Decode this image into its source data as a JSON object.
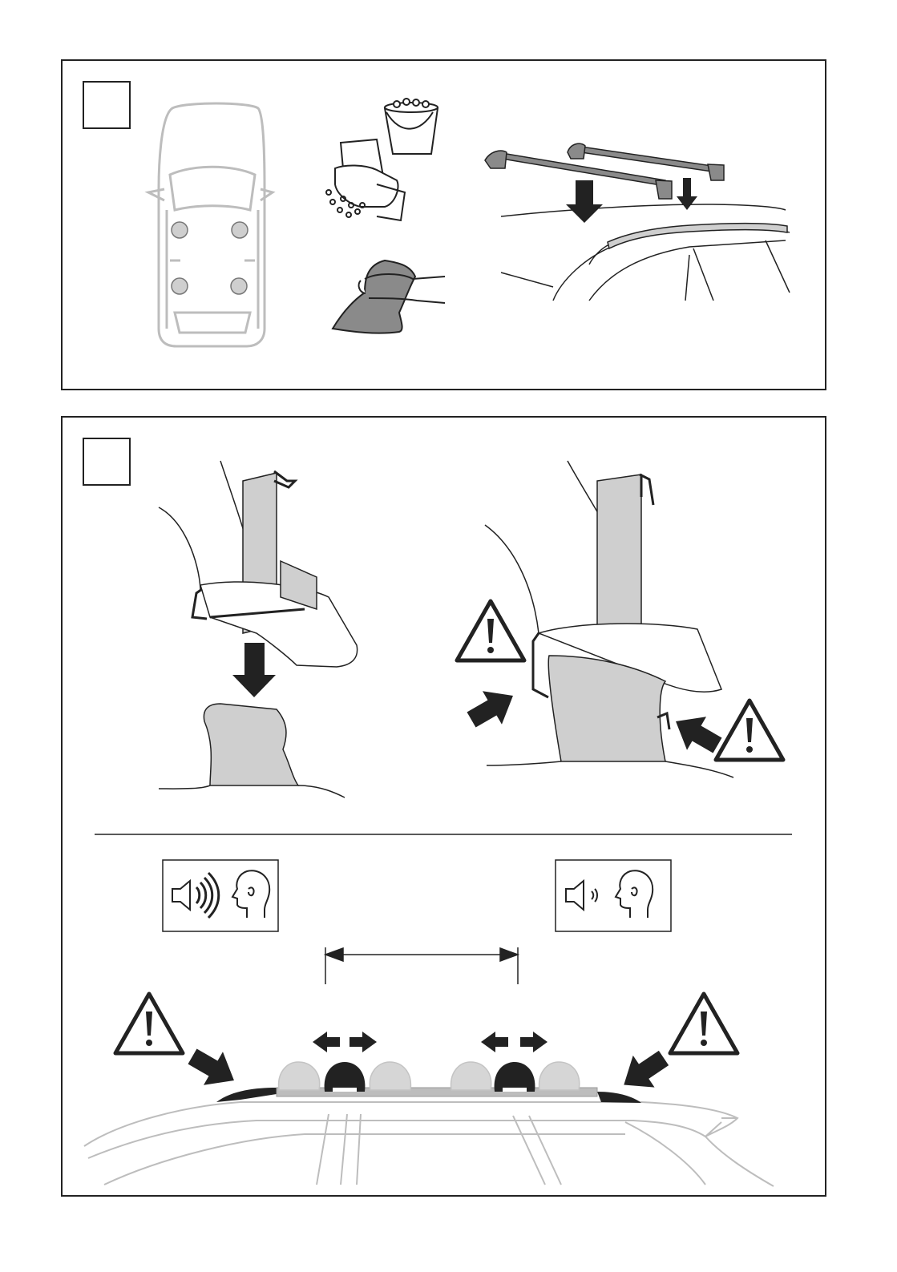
{
  "document": {
    "type": "roof rack installation instructions",
    "text_content": []
  },
  "panels": [
    {
      "id": "panel-1",
      "step_box_label": "",
      "scenes": [
        "car-top-view-foot-positions",
        "clean-roof-with-sponge-and-bucket",
        "dry-roof-with-cloth",
        "place-bars-on-roof-rails"
      ]
    },
    {
      "id": "panel-2",
      "step_box_label": "",
      "scenes": [
        "foot-lowered-onto-rail",
        "foot-seated-on-rail-with-warnings",
        "sound-check-loud",
        "sound-check-quiet",
        "foot-position-adjustment-on-car-roof"
      ]
    }
  ],
  "icons": [
    "warning-triangle-icon",
    "speaker-icon",
    "head-profile-icon",
    "arrow-down-icon",
    "double-arrow-icon",
    "dimension-arrow-icon"
  ],
  "colors": {
    "ink": "#222222",
    "gray_fill": "#cfcfcf",
    "light_line": "#bdbdbd",
    "bar_gray": "#8a8a8a",
    "foot_light": "#d6d6d6"
  }
}
